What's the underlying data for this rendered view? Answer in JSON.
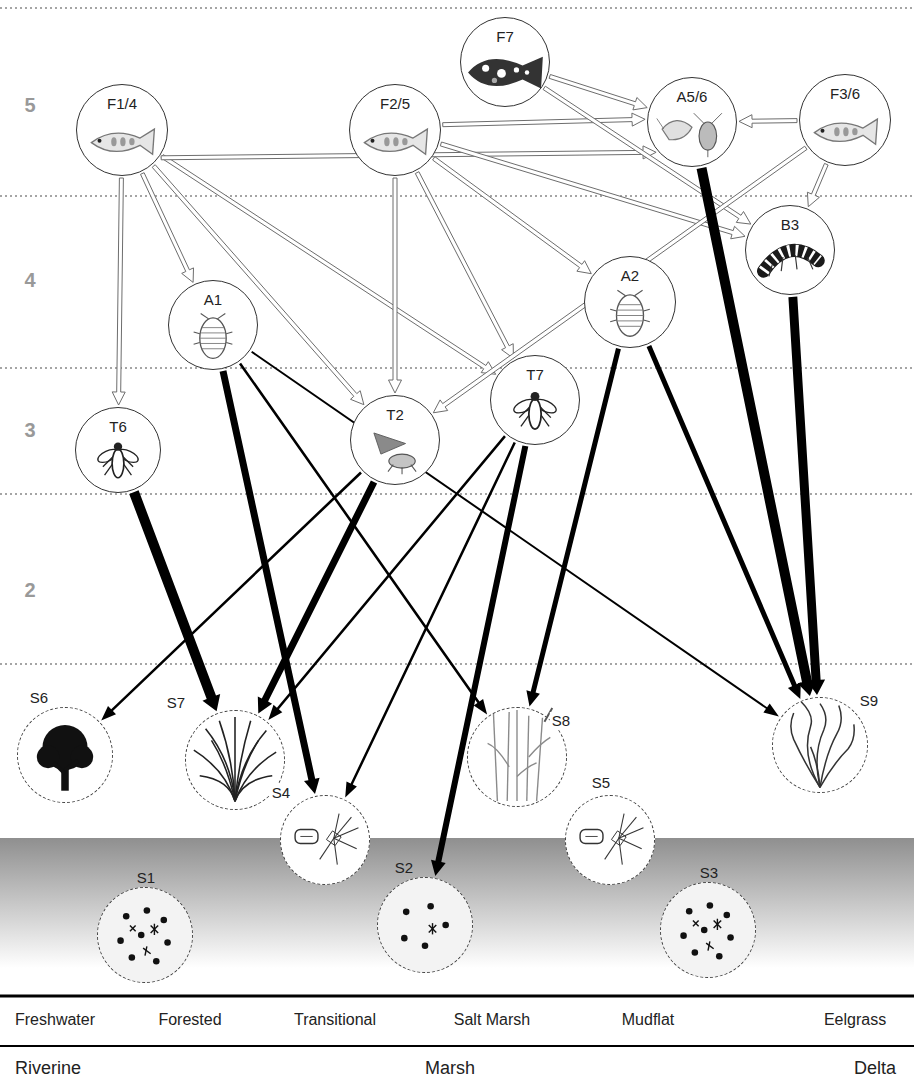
{
  "diagram": {
    "nodes": [
      {
        "text": [
          "F1/4"
        ]
      },
      {
        "text": [
          "F7"
        ]
      },
      {
        "text": [
          "F2/5"
        ]
      },
      {
        "text": [
          "A5/6"
        ]
      },
      {
        "text": [
          "F3/6"
        ]
      },
      {
        "text": [
          "B3"
        ]
      },
      {
        "text": [
          "A1"
        ]
      },
      {
        "text": [
          "A2"
        ]
      },
      {
        "text": [
          "T6"
        ]
      },
      {
        "text": [
          "T2"
        ]
      },
      {
        "text": [
          "T7"
        ]
      },
      {
        "text": [
          "S6"
        ]
      },
      {
        "text": [
          "S7"
        ]
      },
      {
        "text": [
          "S4"
        ]
      },
      {
        "text": [
          "S8"
        ]
      },
      {
        "text": [
          "S5"
        ]
      },
      {
        "text": [
          "S9"
        ]
      },
      {
        "text": [
          "S1"
        ]
      },
      {
        "text": [
          "S2"
        ]
      },
      {
        "text": [
          "S3"
        ]
      }
    ],
    "edges": [
      {
        "from": 0,
        "to": 8,
        "arrow": "to"
      },
      {
        "from": 0,
        "to": 6,
        "arrow": "to"
      },
      {
        "from": 0,
        "to": 9,
        "arrow": "to"
      },
      {
        "from": 0,
        "to": 10,
        "arrow": "to"
      },
      {
        "from": 0,
        "to": 3,
        "arrow": "to"
      },
      {
        "from": 2,
        "to": 3,
        "arrow": "to"
      },
      {
        "from": 2,
        "to": 9,
        "arrow": "to"
      },
      {
        "from": 2,
        "to": 10,
        "arrow": "to"
      },
      {
        "from": 2,
        "to": 7,
        "arrow": "to"
      },
      {
        "from": 2,
        "to": 5,
        "arrow": "to"
      },
      {
        "from": 1,
        "to": 3,
        "arrow": "to"
      },
      {
        "from": 1,
        "to": 5,
        "arrow": "to"
      },
      {
        "from": 4,
        "to": 3,
        "arrow": "to"
      },
      {
        "from": 4,
        "to": 5,
        "arrow": "to"
      },
      {
        "from": 4,
        "to": 9,
        "arrow": "to"
      },
      {
        "from": 3,
        "to": 16,
        "arrow": "to"
      },
      {
        "from": 5,
        "to": 16,
        "arrow": "to"
      },
      {
        "from": 6,
        "to": 13,
        "arrow": "to"
      },
      {
        "from": 6,
        "to": 14,
        "arrow": "to"
      },
      {
        "from": 6,
        "to": 16,
        "arrow": "to"
      },
      {
        "from": 7,
        "to": 14,
        "arrow": "to"
      },
      {
        "from": 7,
        "to": 16,
        "arrow": "to"
      },
      {
        "from": 10,
        "to": 12,
        "arrow": "to"
      },
      {
        "from": 10,
        "to": 13,
        "arrow": "to"
      },
      {
        "from": 10,
        "to": 18,
        "arrow": "to"
      },
      {
        "from": 9,
        "to": 12,
        "arrow": "to"
      },
      {
        "from": 9,
        "to": 11,
        "arrow": "to"
      },
      {
        "from": 8,
        "to": 12,
        "arrow": "to"
      }
    ],
    "labels": [
      "5",
      "4",
      "3",
      "2",
      "Freshwater",
      "Forested",
      "Transitional",
      "Salt Marsh",
      "Mudflat",
      "Eelgrass",
      "Riverine",
      "Marsh",
      "Delta"
    ]
  }
}
